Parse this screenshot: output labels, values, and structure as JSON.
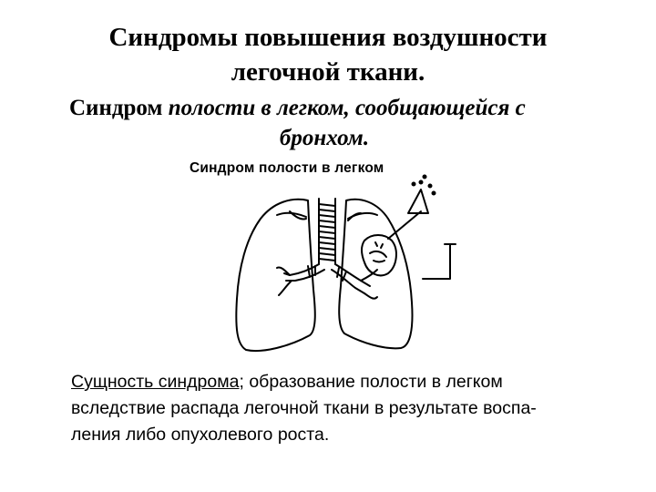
{
  "title": {
    "line1": "Синдромы повышения воздушности",
    "line2": "легочной ткани."
  },
  "subtitle": {
    "lead": "Синдром",
    "body": "полости в легком, сообщающейся с",
    "line2": "бронхом."
  },
  "figure": {
    "caption": "Синдром полости в легком",
    "icons": [
      "lungs-outline-icon",
      "trachea-icon",
      "bronchi-icon",
      "cavity-icon",
      "percussion-icon",
      "wave-marker-icon"
    ]
  },
  "essence": {
    "label": "Сущность синдрома;",
    "line1": " образование   полости  в легком",
    "line2": "вследствие распада легочной ткани в результате воспа-",
    "line3": "ления либо опухолевого роста."
  }
}
